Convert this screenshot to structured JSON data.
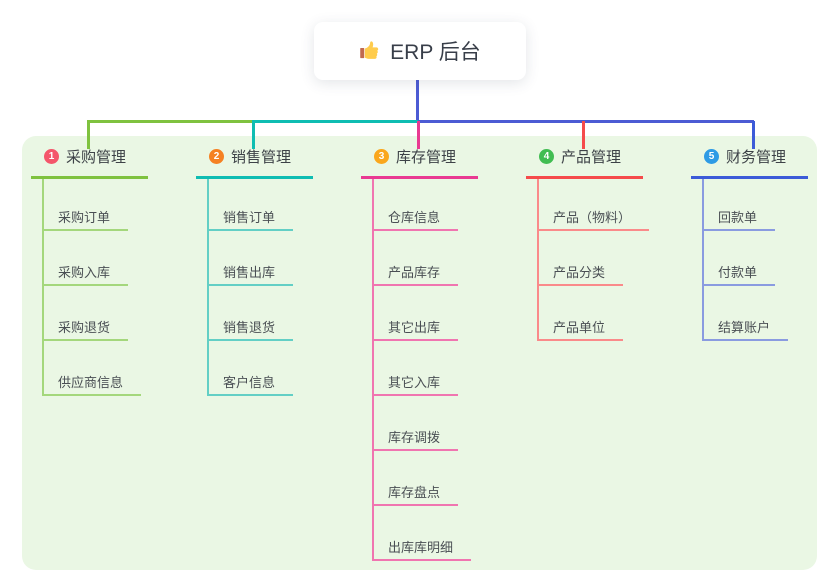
{
  "root": {
    "label": "ERP 后台",
    "icon": "thumbs-up-icon"
  },
  "colors": {
    "page_bg": "#FFFFFF",
    "panel_bg": "#EAF7E4",
    "root_line": "#4C5BD4",
    "root_text": "#383E49",
    "header_text": "#3D4247",
    "child_text": "#4A4F54",
    "root_node_bg": "#FFFFFF"
  },
  "branches": [
    {
      "badge": "1",
      "label": "采购管理",
      "badge_color": "#F4566B",
      "line_color": "#7FC23F",
      "child_line_color": "#A4D77C",
      "children": [
        "采购订单",
        "采购入库",
        "采购退货",
        "供应商信息"
      ]
    },
    {
      "badge": "2",
      "label": "销售管理",
      "badge_color": "#F58122",
      "line_color": "#0FBDB2",
      "child_line_color": "#63CFC5",
      "children": [
        "销售订单",
        "销售出库",
        "销售退货",
        "客户信息"
      ]
    },
    {
      "badge": "3",
      "label": "库存管理",
      "badge_color": "#FAA71C",
      "line_color": "#E93A92",
      "child_line_color": "#F075B0",
      "children": [
        "仓库信息",
        "产品库存",
        "其它出库",
        "其它入库",
        "库存调拨",
        "库存盘点",
        "出库库明细"
      ]
    },
    {
      "badge": "4",
      "label": "产品管理",
      "badge_color": "#41BD52",
      "line_color": "#F54B4B",
      "child_line_color": "#FA8A8A",
      "children": [
        "产品（物料）",
        "产品分类",
        "产品单位"
      ]
    },
    {
      "badge": "5",
      "label": "财务管理",
      "badge_color": "#2E9BE5",
      "line_color": "#3C5BD8",
      "child_line_color": "#8A9BE0",
      "children": [
        "回款单",
        "付款单",
        "结算账户"
      ]
    }
  ]
}
